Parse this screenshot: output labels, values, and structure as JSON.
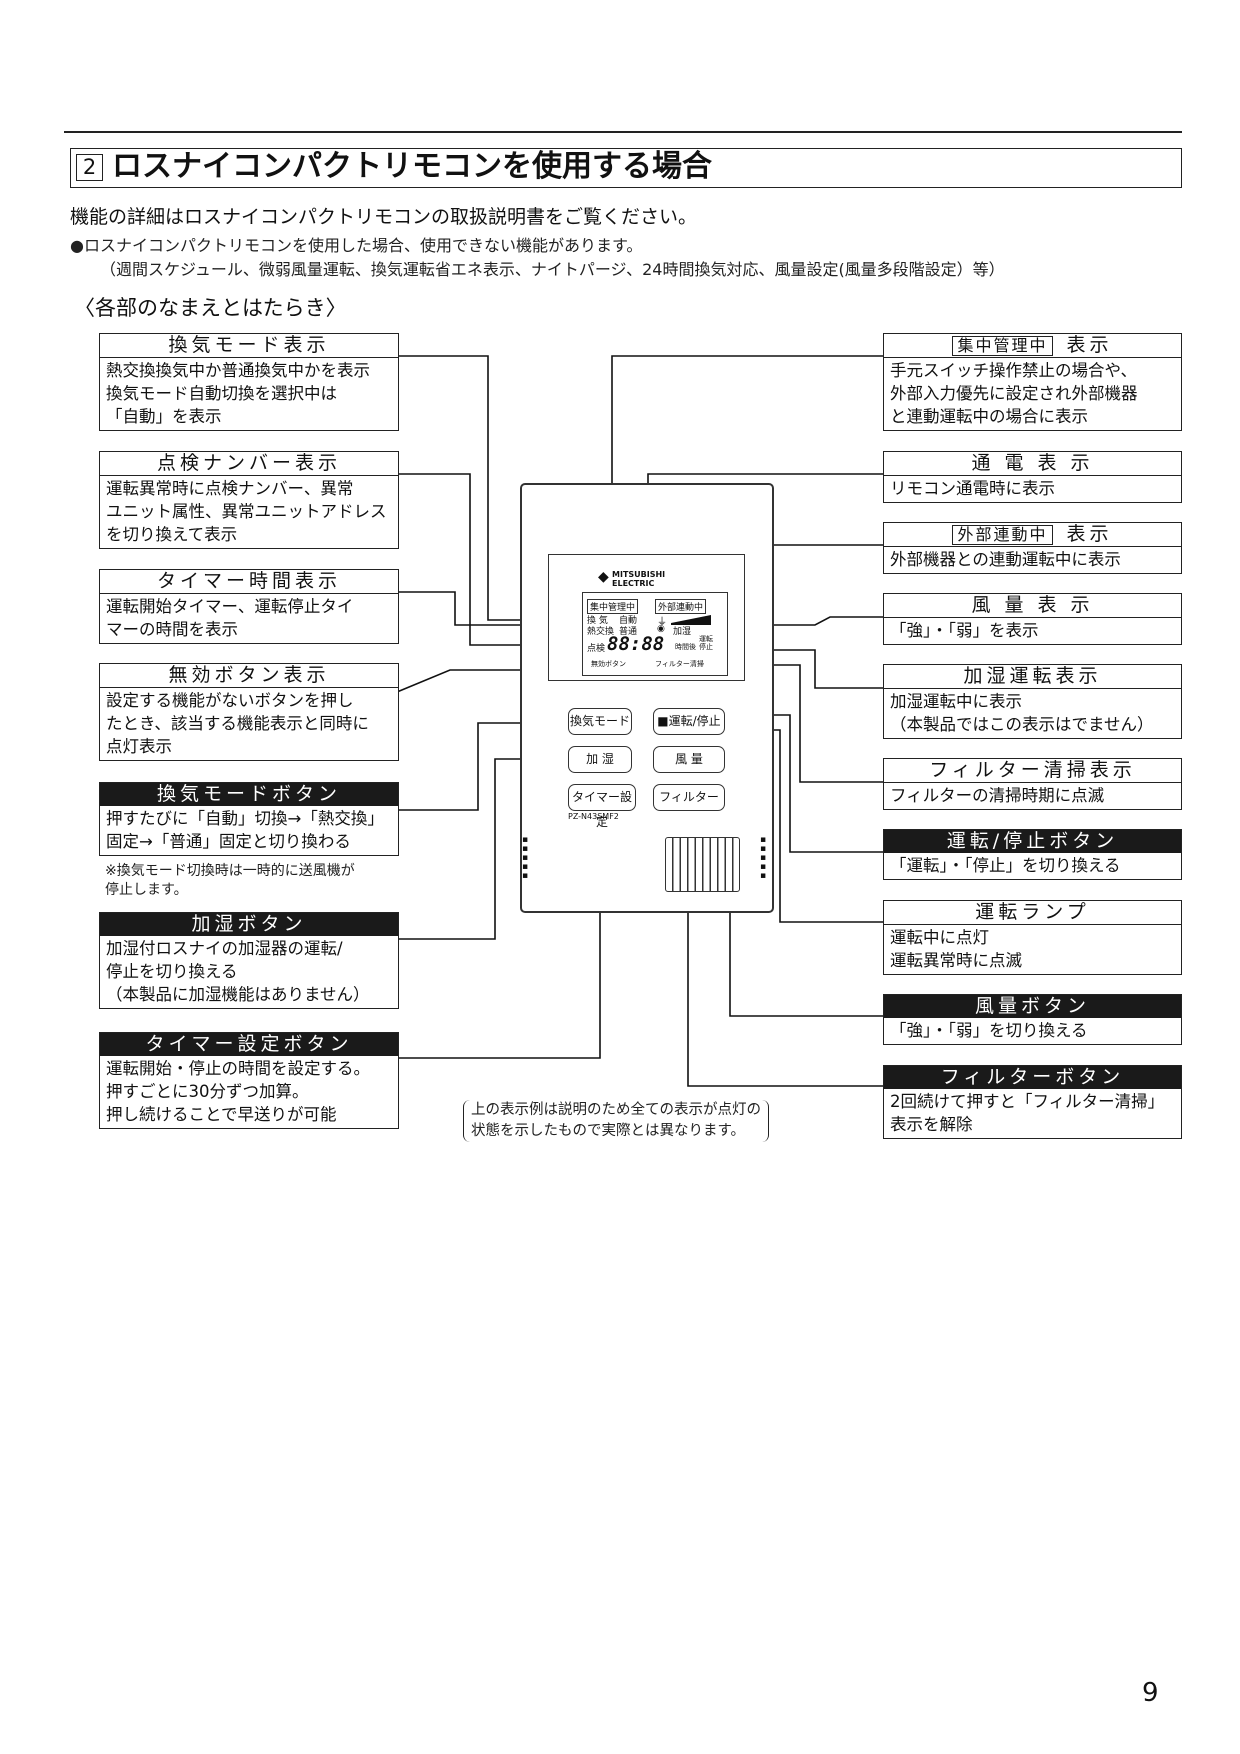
{
  "header": {
    "section_number": "2",
    "title": "ロスナイコンパクトリモコンを使用する場合",
    "intro": "機能の詳細はロスナイコンパクトリモコンの取扱説明書をご覧ください。",
    "bullet": "●ロスナイコンパクトリモコンを使用した場合、使用できない機能があります。",
    "note": "（週間スケジュール、微弱風量運転、換気運転省エネ表示、ナイトパージ、24時間換気対応、風量設定(風量多段階設定）等）",
    "section_heading": "〈各部のなまえとはたらき〉"
  },
  "left_boxes": [
    {
      "title": "換気モード表示",
      "body": "熱交換換気中か普通換気中かを表示\n換気モード自動切換を選択中は\n「自動」を表示",
      "inverted": false
    },
    {
      "title": "点検ナンバー表示",
      "body": "運転異常時に点検ナンバー、異常\nユニット属性、異常ユニットアドレス\nを切り換えて表示",
      "inverted": false
    },
    {
      "title": "タイマー時間表示",
      "body": "運転開始タイマー、運転停止タイ\nマーの時間を表示",
      "inverted": false
    },
    {
      "title": "無効ボタン表示",
      "body": "設定する機能がないボタンを押し\nたとき、該当する機能表示と同時に\n点灯表示",
      "inverted": false
    },
    {
      "title": "換気モードボタン",
      "body": "押すたびに「自動」切換→「熱交換」\n固定→「普通」固定と切り換わる",
      "inverted": true
    },
    {
      "title": "加湿ボタン",
      "body": "加湿付ロスナイの加湿器の運転/\n停止を切り換える\n（本製品に加湿機能はありません）",
      "inverted": true
    },
    {
      "title": "タイマー設定ボタン",
      "body": "運転開始・停止の時間を設定する。\n押すごとに30分ずつ加算。\n押し続けることで早送りが可能",
      "inverted": true
    }
  ],
  "left_small_note": "※換気モード切換時は一時的に送風機が\n停止します。",
  "right_boxes": [
    {
      "tag": "集中管理中",
      "title": "表示",
      "body": "手元スイッチ操作禁止の場合や、\n外部入力優先に設定され外部機器\nと連動運転中の場合に表示",
      "inverted": false
    },
    {
      "tag": "",
      "title": "通 電 表 示",
      "body": "リモコン通電時に表示",
      "inverted": false
    },
    {
      "tag": "外部連動中",
      "title": "表示",
      "body": "外部機器との連動運転中に表示",
      "inverted": false
    },
    {
      "tag": "",
      "title": "風 量 表 示",
      "body": "「強」・「弱」を表示",
      "inverted": false
    },
    {
      "tag": "",
      "title": "加湿運転表示",
      "body": "加湿運転中に表示\n（本製品ではこの表示はでません）",
      "inverted": false
    },
    {
      "tag": "",
      "title": "フィルター清掃表示",
      "body": "フィルターの清掃時期に点滅",
      "inverted": false
    },
    {
      "tag": "",
      "title": "運転/停止ボタン",
      "body": "「運転」・「停止」を切り換える",
      "inverted": true
    },
    {
      "tag": "",
      "title": "運転ランプ",
      "body": "運転中に点灯\n運転異常時に点滅",
      "inverted": false
    },
    {
      "tag": "",
      "title": "風量ボタン",
      "body": "「強」・「弱」を切り換える",
      "inverted": true
    },
    {
      "tag": "",
      "title": "フィルターボタン",
      "body": "2回続けて押すと「フィルター清掃」\n表示を解除",
      "inverted": true
    }
  ],
  "center_note": "上の表示例は説明のため全ての表示が点灯の\n状態を示したもので実際とは異なります。",
  "remote": {
    "brand": "MITSUBISHI\nELECTRIC",
    "lcd_central": "集中管理中",
    "lcd_external": "外部連動中",
    "lcd_vent": "換 気",
    "lcd_auto": "自動",
    "lcd_heat": "熱交換",
    "lcd_normal": "普通",
    "lcd_humid": "加湿",
    "lcd_check": "点検",
    "lcd_digits": "88:88",
    "lcd_hour": "時間後",
    "lcd_onoff": "運転\n停止",
    "lcd_invalid": "無効ボタン",
    "lcd_filter": "フィルター清掃",
    "btn_mode": "換気モード",
    "btn_power": "■運転/停止",
    "btn_humid": "加 湿",
    "btn_fan": "風 量",
    "btn_timer": "タイマー設定",
    "btn_filter": "フィルター",
    "model": "PZ-N43SMF2"
  },
  "page_number": "9"
}
